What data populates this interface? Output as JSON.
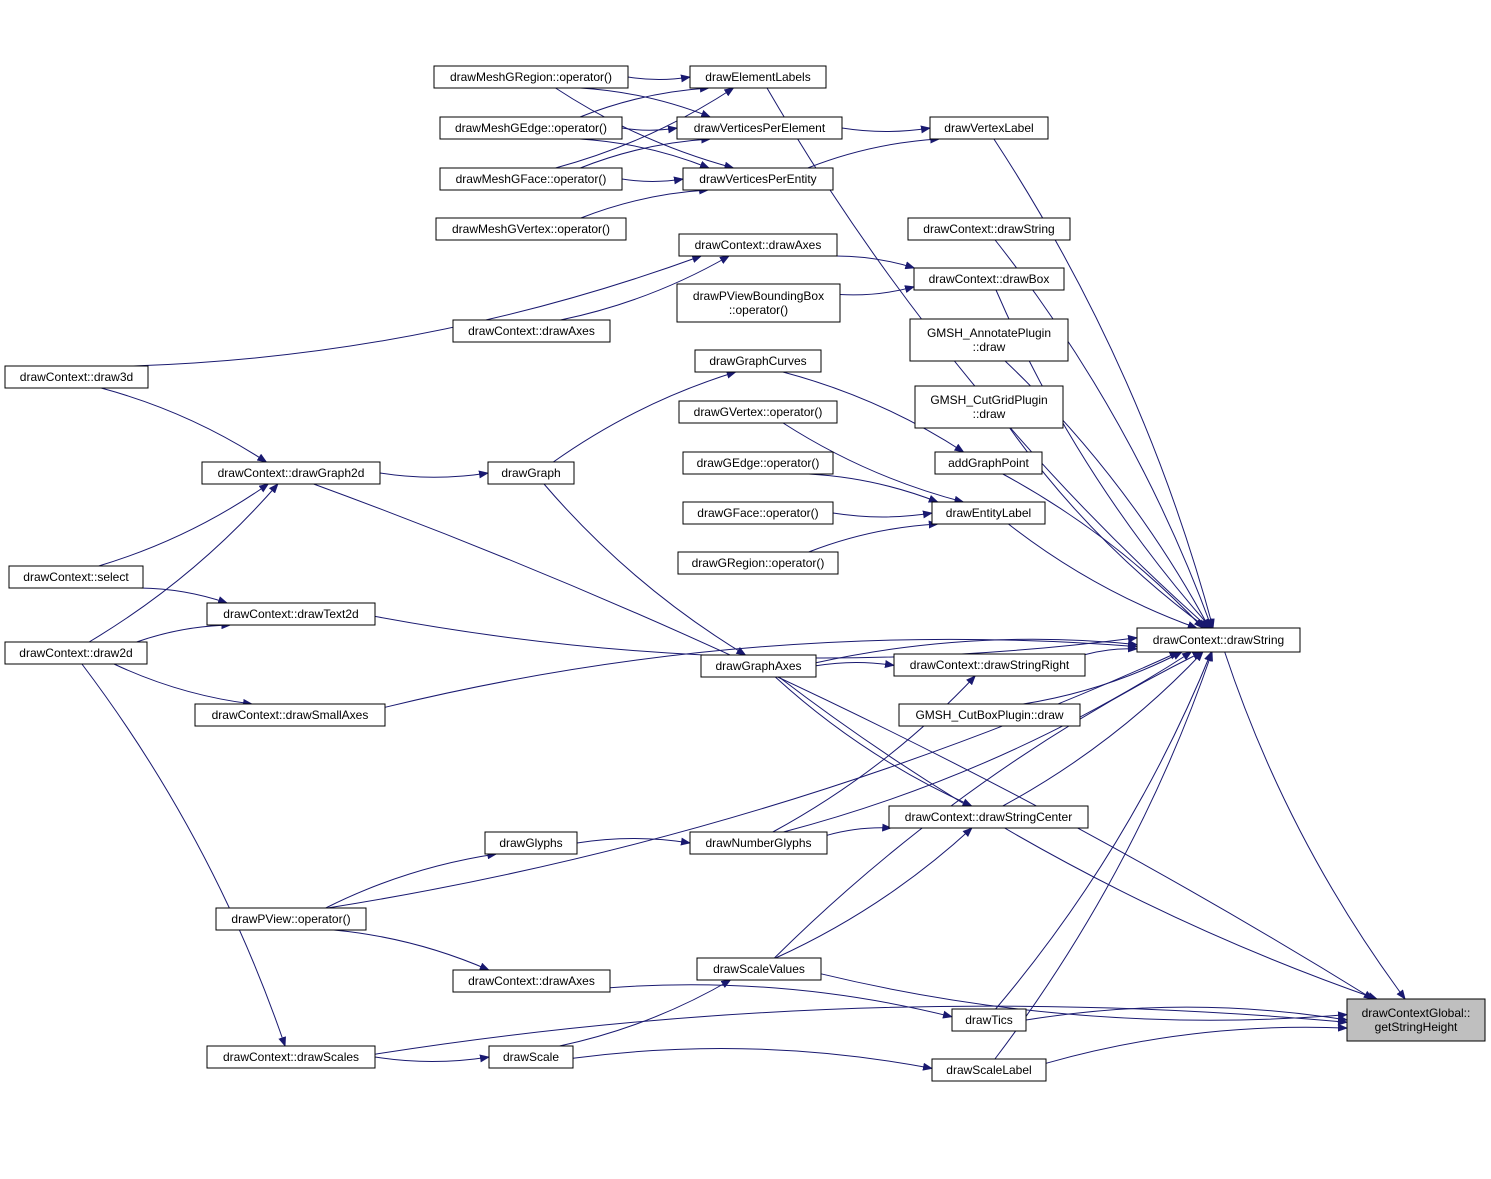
{
  "diagram": {
    "type": "call-graph",
    "colors": {
      "edge": "#191970",
      "node_border": "#000000",
      "node_fill": "#ffffff",
      "highlight_fill": "#bfbfbf",
      "background": "#ffffff"
    },
    "target_node": "drawContextGlobal::getStringHeight",
    "nodes": [
      {
        "id": "getStringHeight",
        "lines": [
          "drawContextGlobal::",
          "getStringHeight"
        ],
        "highlight": true
      },
      {
        "id": "drawMeshGRegion",
        "lines": [
          "drawMeshGRegion::operator()"
        ]
      },
      {
        "id": "drawElementLabels",
        "lines": [
          "drawElementLabels"
        ]
      },
      {
        "id": "drawMeshGEdge",
        "lines": [
          "drawMeshGEdge::operator()"
        ]
      },
      {
        "id": "drawVerticesPerElement",
        "lines": [
          "drawVerticesPerElement"
        ]
      },
      {
        "id": "drawVertexLabel",
        "lines": [
          "drawVertexLabel"
        ]
      },
      {
        "id": "drawMeshGFace",
        "lines": [
          "drawMeshGFace::operator()"
        ]
      },
      {
        "id": "drawVerticesPerEntity",
        "lines": [
          "drawVerticesPerEntity"
        ]
      },
      {
        "id": "drawMeshGVertex",
        "lines": [
          "drawMeshGVertex::operator()"
        ]
      },
      {
        "id": "dcDrawStringA",
        "lines": [
          "drawContext::drawString"
        ]
      },
      {
        "id": "dcDrawAxesTop",
        "lines": [
          "drawContext::drawAxes"
        ]
      },
      {
        "id": "dcDrawBox",
        "lines": [
          "drawContext::drawBox"
        ]
      },
      {
        "id": "drawPViewBB",
        "lines": [
          "drawPViewBoundingBox",
          "::operator()"
        ]
      },
      {
        "id": "dcDrawAxesMid",
        "lines": [
          "drawContext::drawAxes"
        ]
      },
      {
        "id": "annotatePlugin",
        "lines": [
          "GMSH_AnnotatePlugin",
          "::draw"
        ]
      },
      {
        "id": "dcDraw3d",
        "lines": [
          "drawContext::draw3d"
        ]
      },
      {
        "id": "drawGraphCurves",
        "lines": [
          "drawGraphCurves"
        ]
      },
      {
        "id": "cutGridPlugin",
        "lines": [
          "GMSH_CutGridPlugin",
          "::draw"
        ]
      },
      {
        "id": "drawGVertex",
        "lines": [
          "drawGVertex::operator()"
        ]
      },
      {
        "id": "addGraphPoint",
        "lines": [
          "addGraphPoint"
        ]
      },
      {
        "id": "dcDrawGraph2d",
        "lines": [
          "drawContext::drawGraph2d"
        ]
      },
      {
        "id": "drawGraph",
        "lines": [
          "drawGraph"
        ]
      },
      {
        "id": "drawGEdge",
        "lines": [
          "drawGEdge::operator()"
        ]
      },
      {
        "id": "drawGFace",
        "lines": [
          "drawGFace::operator()"
        ]
      },
      {
        "id": "drawEntityLabel",
        "lines": [
          "drawEntityLabel"
        ]
      },
      {
        "id": "drawGRegion",
        "lines": [
          "drawGRegion::operator()"
        ]
      },
      {
        "id": "dcSelect",
        "lines": [
          "drawContext::select"
        ]
      },
      {
        "id": "dcDrawText2d",
        "lines": [
          "drawContext::drawText2d"
        ]
      },
      {
        "id": "dcDrawString",
        "lines": [
          "drawContext::drawString"
        ]
      },
      {
        "id": "dcDraw2d",
        "lines": [
          "drawContext::draw2d"
        ]
      },
      {
        "id": "drawGraphAxes",
        "lines": [
          "drawGraphAxes"
        ]
      },
      {
        "id": "dcDrawStringRight",
        "lines": [
          "drawContext::drawStringRight"
        ]
      },
      {
        "id": "dcDrawSmallAxes",
        "lines": [
          "drawContext::drawSmallAxes"
        ]
      },
      {
        "id": "cutBoxPlugin",
        "lines": [
          "GMSH_CutBoxPlugin::draw"
        ]
      },
      {
        "id": "dcDrawStringCenter",
        "lines": [
          "drawContext::drawStringCenter"
        ]
      },
      {
        "id": "drawGlyphs",
        "lines": [
          "drawGlyphs"
        ]
      },
      {
        "id": "drawNumberGlyphs",
        "lines": [
          "drawNumberGlyphs"
        ]
      },
      {
        "id": "drawPView",
        "lines": [
          "drawPView::operator()"
        ]
      },
      {
        "id": "drawScaleValues",
        "lines": [
          "drawScaleValues"
        ]
      },
      {
        "id": "dcDrawAxesBot",
        "lines": [
          "drawContext::drawAxes"
        ]
      },
      {
        "id": "drawTics",
        "lines": [
          "drawTics"
        ]
      },
      {
        "id": "dcDrawScales",
        "lines": [
          "drawContext::drawScales"
        ]
      },
      {
        "id": "drawScale",
        "lines": [
          "drawScale"
        ]
      },
      {
        "id": "drawScaleLabel",
        "lines": [
          "drawScaleLabel"
        ]
      }
    ],
    "edges": [
      {
        "from": "drawMeshGRegion",
        "to": "drawElementLabels"
      },
      {
        "from": "drawMeshGRegion",
        "to": "drawVerticesPerElement"
      },
      {
        "from": "drawMeshGRegion",
        "to": "drawVerticesPerEntity"
      },
      {
        "from": "drawMeshGEdge",
        "to": "drawElementLabels"
      },
      {
        "from": "drawMeshGEdge",
        "to": "drawVerticesPerElement"
      },
      {
        "from": "drawMeshGEdge",
        "to": "drawVerticesPerEntity"
      },
      {
        "from": "drawMeshGFace",
        "to": "drawElementLabels"
      },
      {
        "from": "drawMeshGFace",
        "to": "drawVerticesPerElement"
      },
      {
        "from": "drawMeshGFace",
        "to": "drawVerticesPerEntity"
      },
      {
        "from": "drawMeshGVertex",
        "to": "drawVerticesPerEntity"
      },
      {
        "from": "drawVerticesPerElement",
        "to": "drawVertexLabel"
      },
      {
        "from": "drawVerticesPerEntity",
        "to": "drawVertexLabel"
      },
      {
        "from": "drawElementLabels",
        "to": "dcDrawString"
      },
      {
        "from": "drawVertexLabel",
        "to": "dcDrawString"
      },
      {
        "from": "dcDraw3d",
        "to": "dcDrawAxesTop"
      },
      {
        "from": "dcDraw3d",
        "to": "dcDrawGraph2d"
      },
      {
        "from": "dcDrawAxesMid",
        "to": "dcDrawAxesTop"
      },
      {
        "from": "dcDrawAxesTop",
        "to": "dcDrawBox"
      },
      {
        "from": "drawPViewBB",
        "to": "dcDrawBox"
      },
      {
        "from": "dcDrawStringA",
        "to": "dcDrawString"
      },
      {
        "from": "dcDrawBox",
        "to": "dcDrawString"
      },
      {
        "from": "annotatePlugin",
        "to": "dcDrawString"
      },
      {
        "from": "cutGridPlugin",
        "to": "dcDrawString"
      },
      {
        "from": "addGraphPoint",
        "to": "dcDrawString"
      },
      {
        "from": "drawEntityLabel",
        "to": "dcDrawString"
      },
      {
        "from": "dcDrawGraph2d",
        "to": "getStringHeight"
      },
      {
        "from": "dcDrawGraph2d",
        "to": "drawGraph"
      },
      {
        "from": "drawGraph",
        "to": "drawGraphCurves"
      },
      {
        "from": "drawGraph",
        "to": "drawGraphAxes"
      },
      {
        "from": "drawGraphCurves",
        "to": "addGraphPoint"
      },
      {
        "from": "drawGVertex",
        "to": "drawEntityLabel"
      },
      {
        "from": "drawGEdge",
        "to": "drawEntityLabel"
      },
      {
        "from": "drawGFace",
        "to": "drawEntityLabel"
      },
      {
        "from": "drawGRegion",
        "to": "drawEntityLabel"
      },
      {
        "from": "dcSelect",
        "to": "dcDrawGraph2d"
      },
      {
        "from": "dcSelect",
        "to": "dcDrawText2d"
      },
      {
        "from": "dcDraw2d",
        "to": "dcDrawGraph2d"
      },
      {
        "from": "dcDraw2d",
        "to": "dcDrawText2d"
      },
      {
        "from": "dcDraw2d",
        "to": "dcDrawSmallAxes"
      },
      {
        "from": "dcDraw2d",
        "to": "dcDrawScales"
      },
      {
        "from": "dcDrawText2d",
        "to": "dcDrawString"
      },
      {
        "from": "drawGraphAxes",
        "to": "dcDrawString"
      },
      {
        "from": "drawGraphAxes",
        "to": "getStringHeight"
      },
      {
        "from": "drawGraphAxes",
        "to": "dcDrawStringRight"
      },
      {
        "from": "drawGraphAxes",
        "to": "dcDrawStringCenter"
      },
      {
        "from": "dcDrawStringRight",
        "to": "dcDrawString"
      },
      {
        "from": "cutBoxPlugin",
        "to": "dcDrawString"
      },
      {
        "from": "dcDrawSmallAxes",
        "to": "dcDrawString"
      },
      {
        "from": "dcDrawStringCenter",
        "to": "dcDrawString"
      },
      {
        "from": "drawGlyphs",
        "to": "drawNumberGlyphs"
      },
      {
        "from": "drawNumberGlyphs",
        "to": "dcDrawStringRight"
      },
      {
        "from": "drawNumberGlyphs",
        "to": "dcDrawStringCenter"
      },
      {
        "from": "drawNumberGlyphs",
        "to": "dcDrawString"
      },
      {
        "from": "drawPView",
        "to": "drawGlyphs"
      },
      {
        "from": "drawPView",
        "to": "dcDrawString"
      },
      {
        "from": "drawPView",
        "to": "dcDrawAxesBot"
      },
      {
        "from": "drawScaleValues",
        "to": "dcDrawStringCenter"
      },
      {
        "from": "drawScaleValues",
        "to": "dcDrawString"
      },
      {
        "from": "drawScaleValues",
        "to": "getStringHeight"
      },
      {
        "from": "dcDrawAxesBot",
        "to": "drawTics"
      },
      {
        "from": "drawTics",
        "to": "dcDrawString"
      },
      {
        "from": "drawTics",
        "to": "getStringHeight"
      },
      {
        "from": "dcDrawScales",
        "to": "drawScale"
      },
      {
        "from": "dcDrawScales",
        "to": "getStringHeight"
      },
      {
        "from": "drawScale",
        "to": "drawScaleValues"
      },
      {
        "from": "drawScale",
        "to": "drawScaleLabel"
      },
      {
        "from": "drawScaleLabel",
        "to": "dcDrawString"
      },
      {
        "from": "drawScaleLabel",
        "to": "getStringHeight"
      },
      {
        "from": "dcDrawString",
        "to": "getStringHeight"
      }
    ]
  }
}
